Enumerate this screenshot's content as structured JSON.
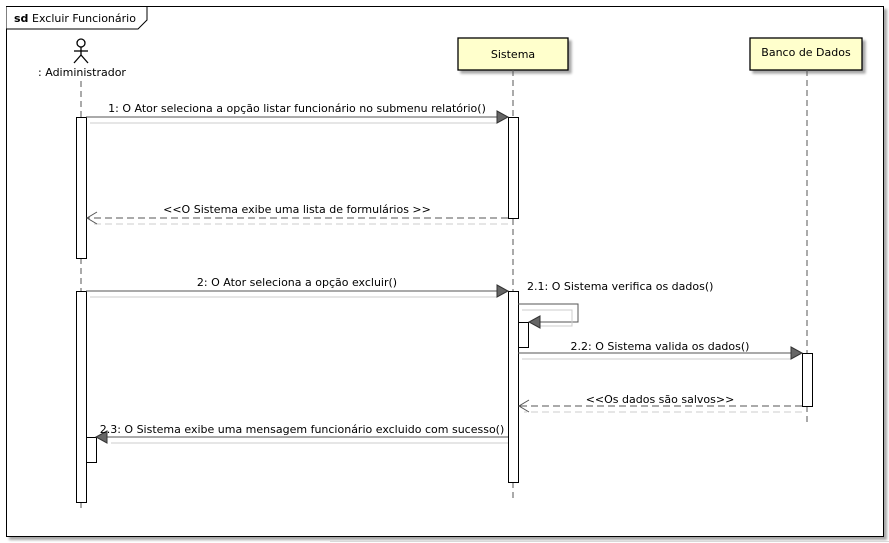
{
  "frame": {
    "keyword": "sd",
    "title": "Excluir Funcionário"
  },
  "lifelines": {
    "actor": {
      "label": ": Adiministrador"
    },
    "sistema": {
      "label": "Sistema"
    },
    "banco": {
      "label": "Banco de Dados"
    }
  },
  "messages": {
    "m1": "1: O Ator seleciona a opção listar funcionário no submenu relatório()",
    "m1_return": "<<O Sistema exibe uma lista de formulários >>",
    "m2": "2: O Ator seleciona a opção excluir()",
    "m2_1": "2.1: O Sistema verifica os dados()",
    "m2_2": "2.2: O Sistema valida os dados()",
    "m2_2_return": "<<Os dados são salvos>>",
    "m2_3": "2.3: O Sistema exibe uma mensagem funcionário excluido com sucesso()"
  },
  "colors": {
    "lifeline_box_fill": "#ffffcc",
    "lifeline_box_border": "#000000",
    "line": "#555555",
    "arrowhead": "#666666"
  }
}
